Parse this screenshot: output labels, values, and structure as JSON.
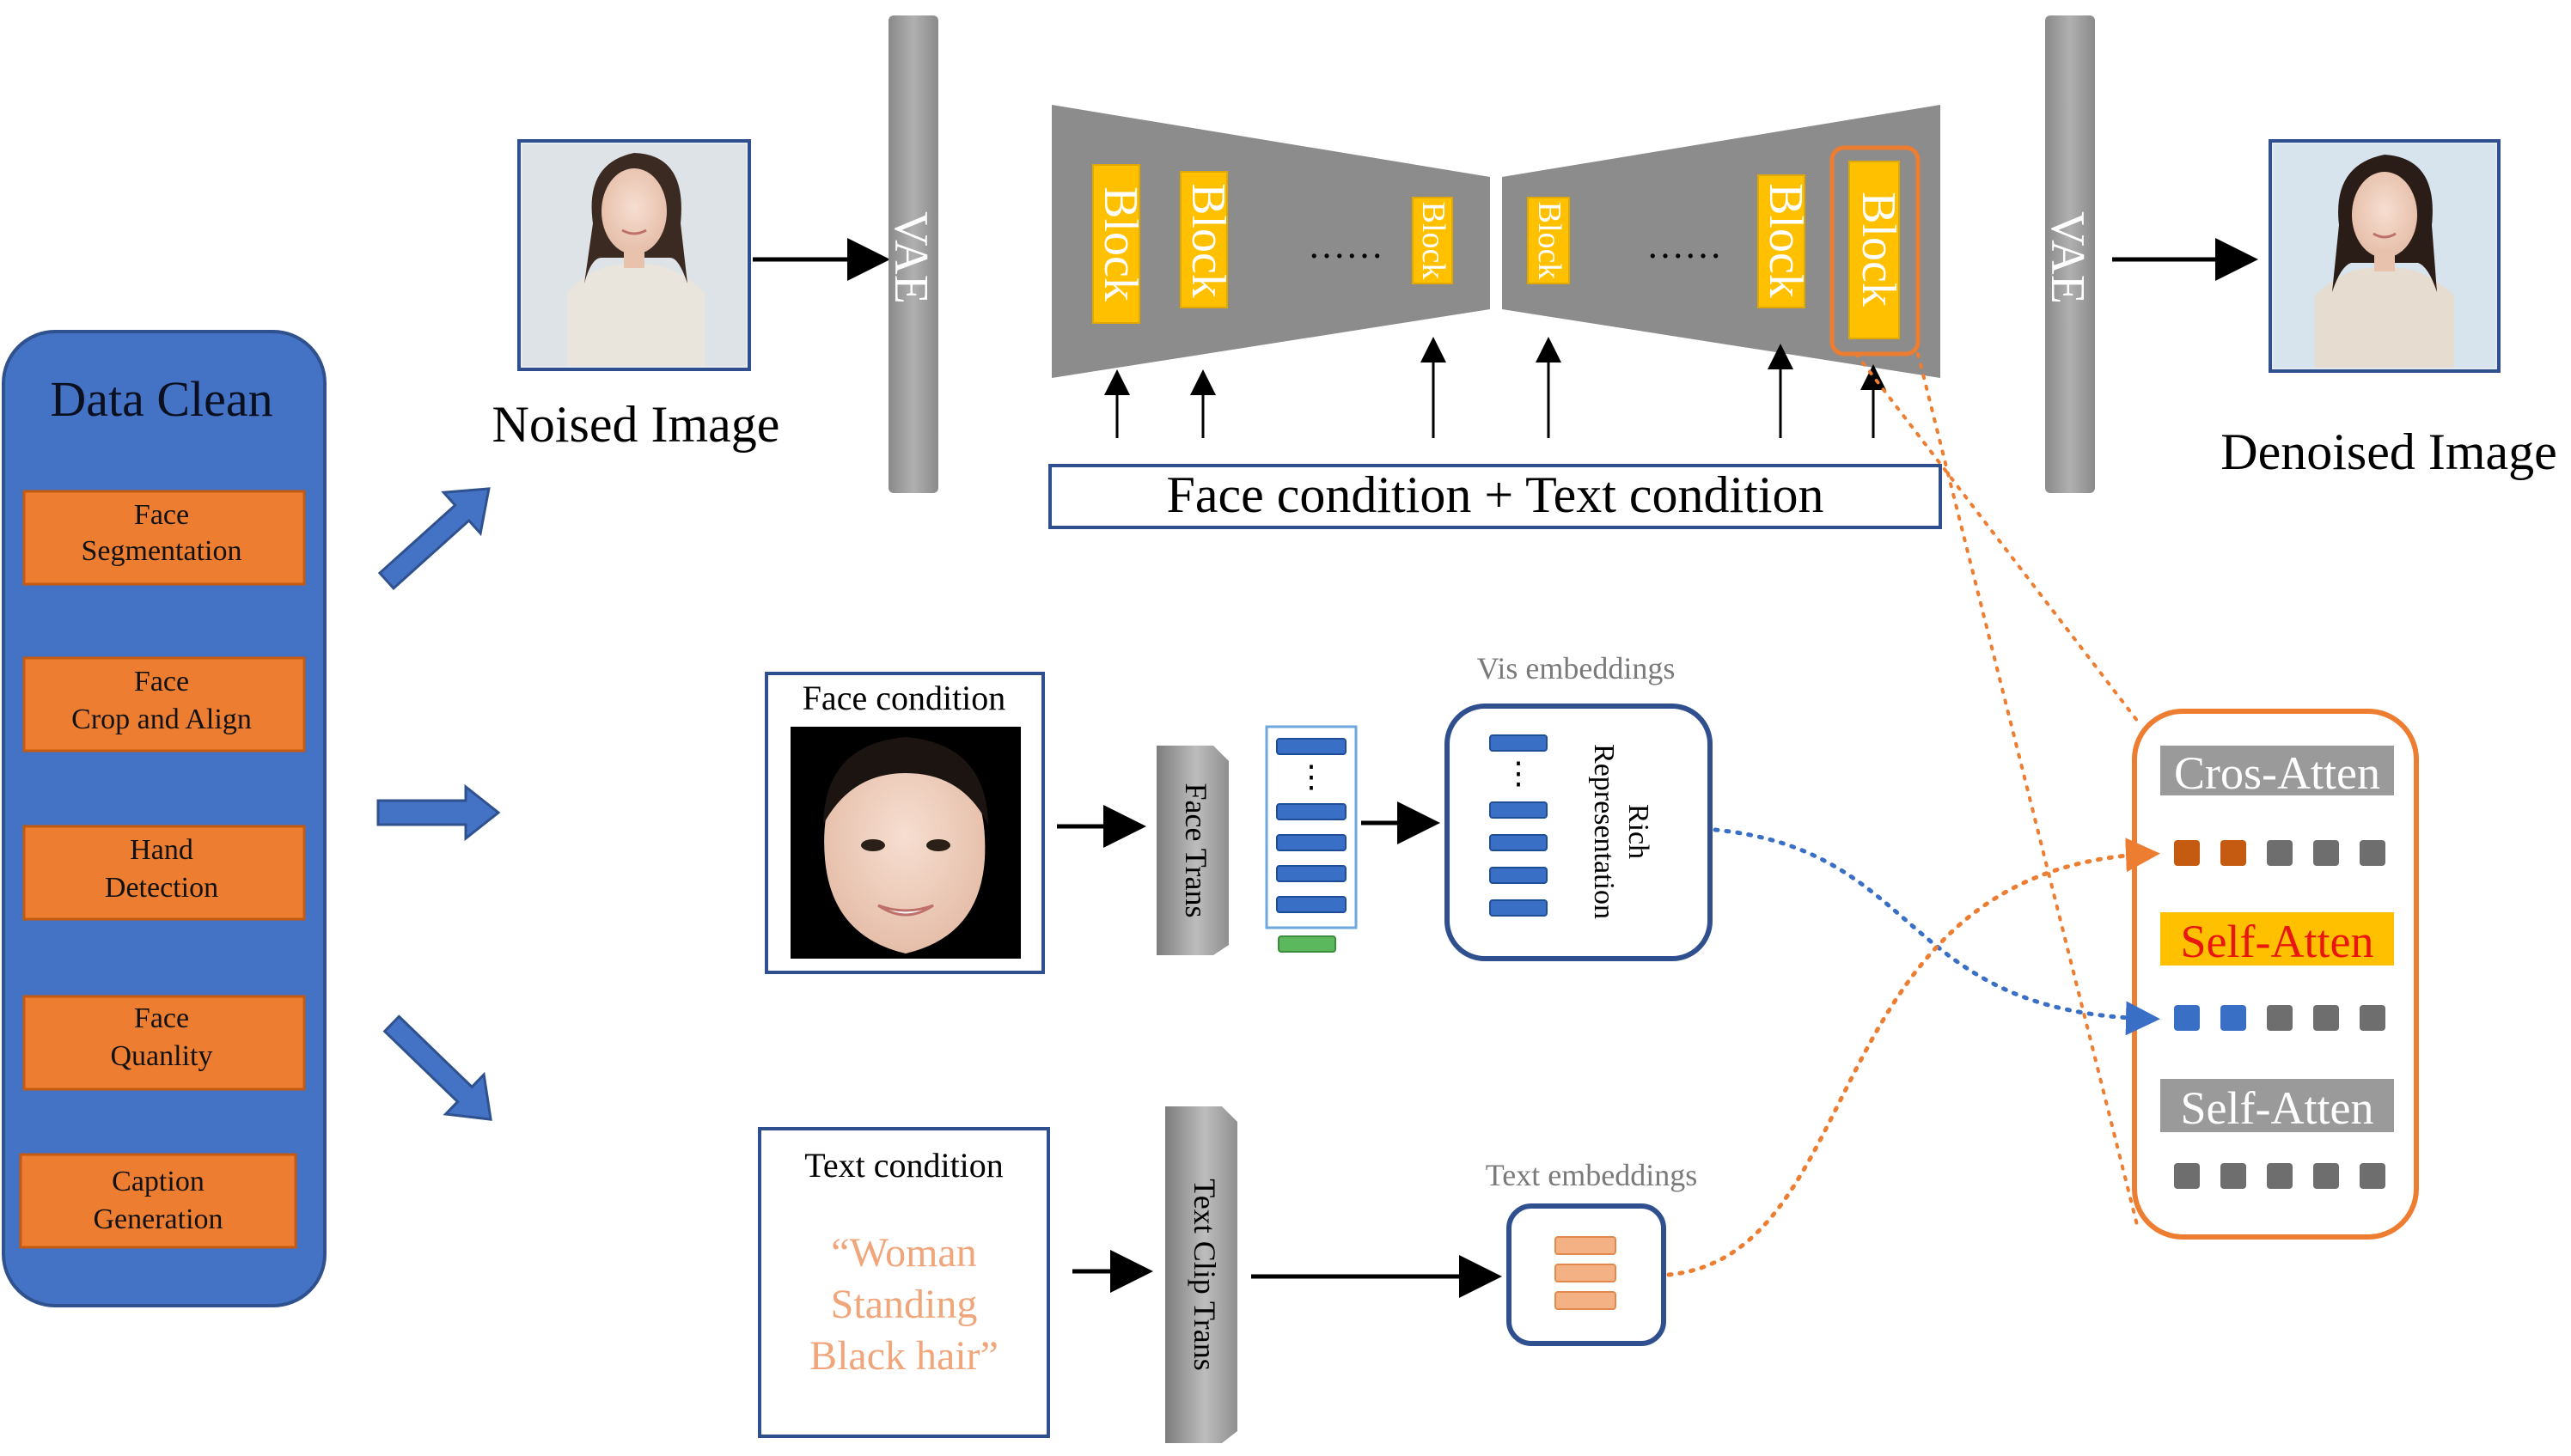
{
  "data_clean": {
    "title": "Data Clean",
    "items": [
      [
        "Face",
        "Segmentation"
      ],
      [
        "Face",
        "Crop and Align"
      ],
      [
        "Hand",
        "Detection"
      ],
      [
        "Face",
        "Quanlity"
      ],
      [
        "Caption",
        "Generation"
      ]
    ]
  },
  "pipeline": {
    "noised_label": "Noised Image",
    "denoised_label": "Denoised Image",
    "vae_label": "VAE",
    "block_label": "Block",
    "ellipsis": "……",
    "condition_bar": "Face condition  + Text condition"
  },
  "face_branch": {
    "title": "Face condition",
    "transformer": "Face Trans",
    "embed_caption": "Vis embeddings",
    "rich_line1": "Rich",
    "rich_line2": "Representation"
  },
  "text_branch": {
    "title": "Text condition",
    "prompt": [
      "“Woman",
      "Standing",
      "Black hair”"
    ],
    "transformer": "Text Clip Trans",
    "embed_caption": "Text embeddings"
  },
  "attention": {
    "cross": "Cros-Atten",
    "self_highlight": "Self-Atten",
    "self": "Self-Atten"
  },
  "colors": {
    "data_clean_bg": "#4472c4",
    "data_clean_item": "#ed7d31",
    "block": "#ffc000",
    "unet_gray": "#8c8c8c",
    "embed_blue": "#3a6fc6",
    "text_embed": "#f4b183",
    "orange_outline": "#ed7d31",
    "navy_outline": "#2f4f8f"
  }
}
